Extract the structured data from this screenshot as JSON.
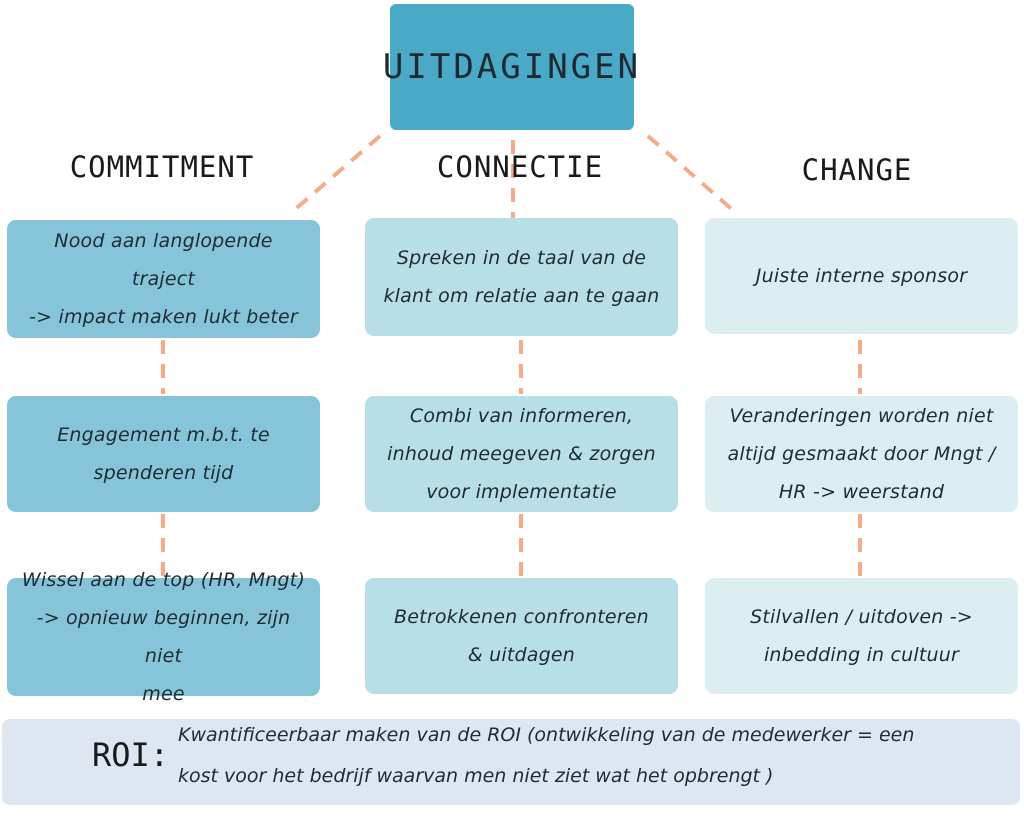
{
  "title": "UITDAGINGEN",
  "connector_color": "#f5ab87",
  "columns": [
    {
      "heading": "COMMITMENT",
      "color": "#86c5d9",
      "items": [
        [
          "Nood aan langlopende traject",
          "-> impact maken lukt beter"
        ],
        [
          "Engagement m.b.t. te",
          "spenderen tijd"
        ],
        [
          "Wissel aan de top (HR, Mngt)",
          "-> opnieuw beginnen, zijn niet",
          "mee"
        ]
      ]
    },
    {
      "heading": "CONNECTIE",
      "color": "#b8dee8",
      "items": [
        [
          "Spreken in de taal van de",
          "klant om relatie aan te gaan"
        ],
        [
          "Combi van informeren,",
          "inhoud meegeven & zorgen",
          "voor implementatie"
        ],
        [
          "Betrokkenen confronteren",
          "& uitdagen"
        ]
      ]
    },
    {
      "heading": "CHANGE",
      "color": "#ddeef3",
      "items": [
        [
          "Juiste interne sponsor"
        ],
        [
          "Veranderingen worden niet",
          "altijd gesmaakt door Mngt /",
          "HR -> weerstand"
        ],
        [
          "Stilvallen / uitdoven ->",
          "inbedding in cultuur"
        ]
      ]
    }
  ],
  "roi": {
    "label": "ROI:",
    "lines": [
      "Kwantificeerbaar maken van de ROI (ontwikkeling van de medewerker = een",
      "kost voor het bedrijf waarvan men niet ziet wat het opbrengt )"
    ]
  }
}
